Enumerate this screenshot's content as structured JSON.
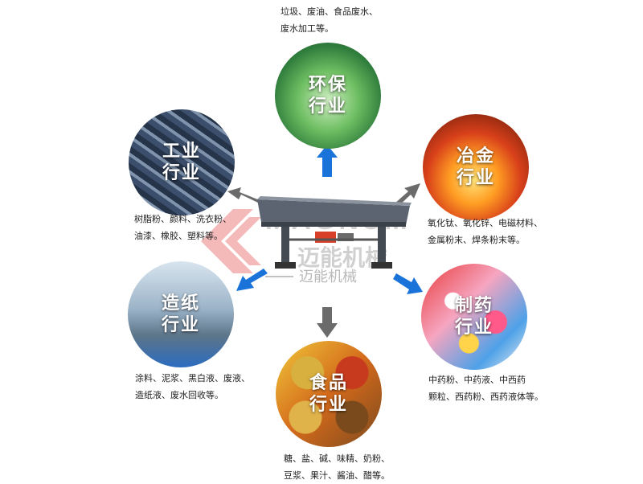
{
  "industries": {
    "environmental": {
      "line1": "环保",
      "line2": "行业",
      "desc1": "垃圾、废油、食品废水、",
      "desc2": "废水加工等。"
    },
    "industrial": {
      "line1": "工业",
      "line2": "行业",
      "desc1": "树脂粉、颜料、洗衣粉、",
      "desc2": "油漆、橡胶、塑料等。"
    },
    "metallurgy": {
      "line1": "冶金",
      "line2": "行业",
      "desc1": "氧化钛、氧化锌、电磁材料、",
      "desc2": "金属粉末、焊条粉末等。"
    },
    "papermaking": {
      "line1": "造纸",
      "line2": "行业",
      "desc1": "涂料、泥浆、黑白液、废液、",
      "desc2": "造纸液、废水回收等。"
    },
    "pharmaceutical": {
      "line1": "制药",
      "line2": "行业",
      "desc1": "中药粉、中药液、中西药",
      "desc2": "颗粒、西药粉、西药液体等。"
    },
    "food": {
      "line1": "食品",
      "line2": "行业",
      "desc1": "糖、盐、碱、味精、奶粉、",
      "desc2": "豆浆、果汁、酱油、醋等。"
    }
  },
  "watermark": {
    "brand_en": "MAGNUM",
    "brand_cn": "迈能机械"
  },
  "colors": {
    "blue_arrow": "#1a73d9",
    "gray_arrow": "#6b6b6b",
    "logo_red": "#e03a3a"
  }
}
